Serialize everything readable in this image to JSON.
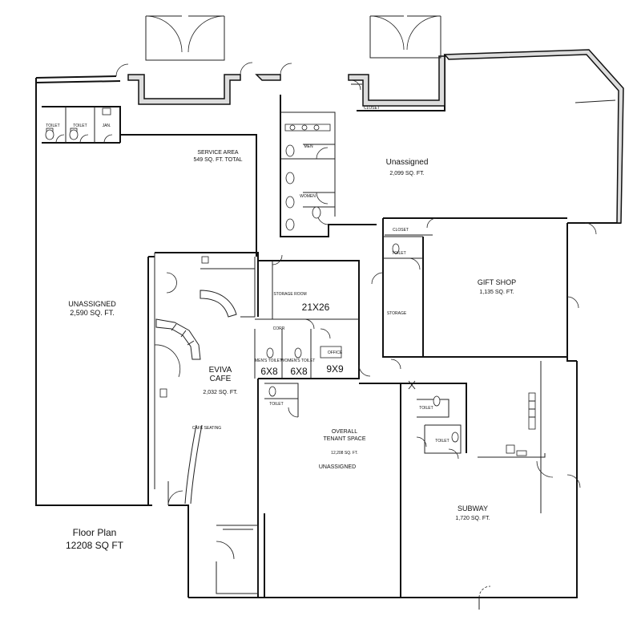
{
  "plan": {
    "caption_line1": "Floor Plan",
    "caption_line2": "12208 SQ FT"
  },
  "rooms": {
    "unassigned_west": {
      "name": "UNASSIGNED",
      "area": "2,590 SQ. FT."
    },
    "service_area": {
      "name": "SERVICE AREA",
      "area": "549 SQ. FT. TOTAL"
    },
    "unassigned_ne": {
      "name": "Unassigned",
      "area": "2,099 SQ. FT."
    },
    "gift_shop": {
      "name": "GIFT SHOP",
      "area": "1,135 SQ. FT."
    },
    "eviva_cafe": {
      "name_line1": "EVIVA",
      "name_line2": "CAFE",
      "area": "2,032 SQ. FT.",
      "seating": "CAFE SEATING"
    },
    "room_21x26": {
      "label": "21X26"
    },
    "room_9x9": {
      "label": "9X9",
      "office": "OFFICE"
    },
    "mens_toilet": {
      "label": "6X8",
      "tag": "MEN'S TOILET"
    },
    "womens_toilet": {
      "label": "6X8",
      "tag": "WOMEN'S TOILET"
    },
    "overall_tenant": {
      "line1": "OVERALL",
      "line2": "TENANT SPACE",
      "area": "12,208 SQ. FT.",
      "status": "UNASSIGNED"
    },
    "subway": {
      "name": "SUBWAY",
      "area": "1,720 SQ. FT."
    }
  },
  "small_labels": {
    "toilet": "TOILET",
    "jan": "JAN.",
    "closet": "CLOSET",
    "men": "MEN",
    "women": "WOMEN",
    "storage": "STORAGE",
    "storage_room": "STORAGE ROOM",
    "corr": "CORR"
  }
}
